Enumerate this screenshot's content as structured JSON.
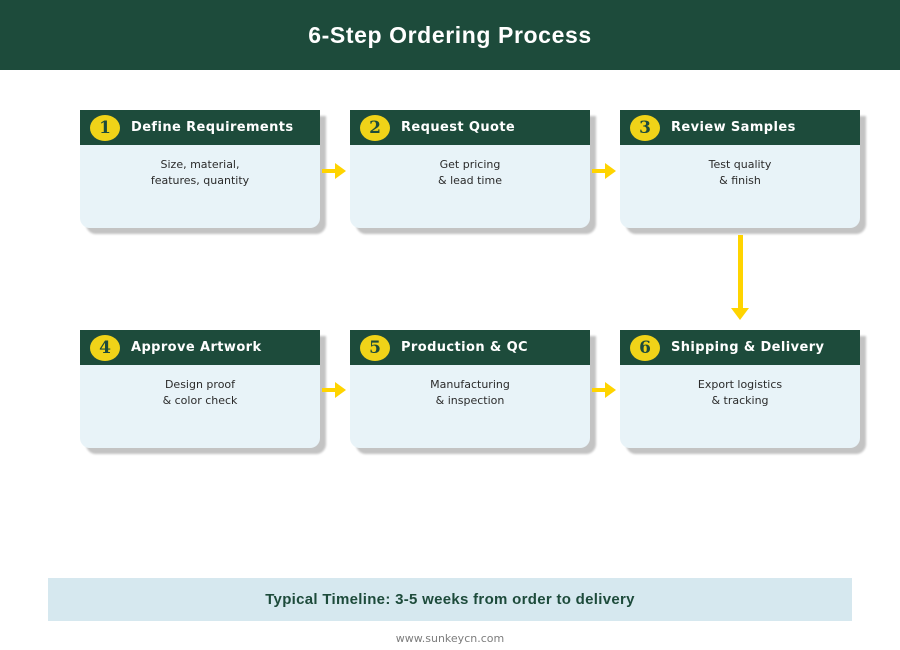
{
  "header": {
    "title": "6-Step Ordering Process"
  },
  "steps": [
    {
      "number": "1",
      "title": "Define Requirements",
      "desc_line1": "Size, material,",
      "desc_line2": "features, quantity"
    },
    {
      "number": "2",
      "title": "Request Quote",
      "desc_line1": "Get pricing",
      "desc_line2": "& lead time"
    },
    {
      "number": "3",
      "title": "Review Samples",
      "desc_line1": "Test quality",
      "desc_line2": "& finish"
    },
    {
      "number": "4",
      "title": "Approve Artwork",
      "desc_line1": "Design proof",
      "desc_line2": "& color check"
    },
    {
      "number": "5",
      "title": "Production & QC",
      "desc_line1": "Manufacturing",
      "desc_line2": "& inspection"
    },
    {
      "number": "6",
      "title": "Shipping & Delivery",
      "desc_line1": "Export logistics",
      "desc_line2": "& tracking"
    }
  ],
  "timeline_banner": {
    "text": "Typical Timeline: 3-5 weeks from order to delivery"
  },
  "footer": {
    "website": "www.sunkeycn.com"
  },
  "colors": {
    "dark_green": "#1d4b3b",
    "badge_yellow": "#f0d318",
    "arrow_yellow": "#ffd400",
    "card_body_blue": "#e8f3f8",
    "banner_blue": "#d6e8ef",
    "shadow_gray": "#c3c3c3",
    "body_text": "#2b2b2b",
    "footer_gray": "#7d7d7d"
  }
}
